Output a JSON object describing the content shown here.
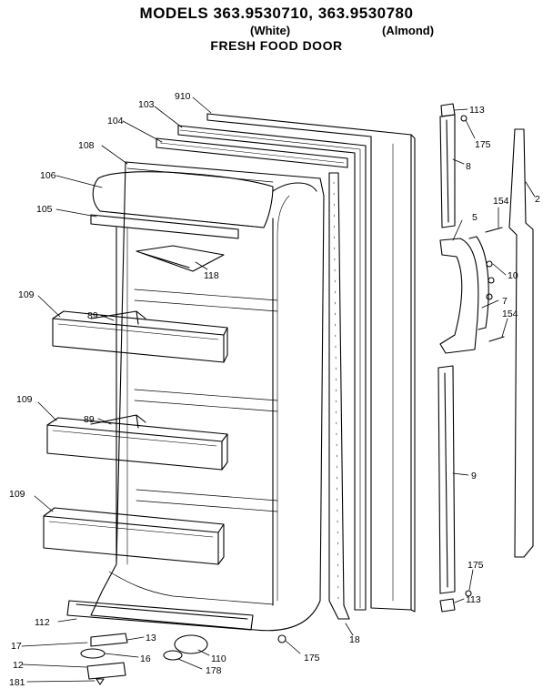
{
  "header": {
    "models_line": "MODELS 363.9530710, 363.9530780",
    "variant_white": "(White)",
    "variant_almond": "(Almond)",
    "subtitle": "FRESH FOOD DOOR"
  },
  "part_labels": {
    "p910": "910",
    "p103": "103",
    "p104": "104",
    "p108": "108",
    "p106": "106",
    "p105": "105",
    "p118": "118",
    "p109a": "109",
    "p89a": "89",
    "p109b": "109",
    "p89b": "89",
    "p109c": "109",
    "p112": "112",
    "p17": "17",
    "p13": "13",
    "p12": "12",
    "p16": "16",
    "p181": "181",
    "p178": "178",
    "p110": "110",
    "p175a": "175",
    "p18": "18",
    "p113a": "113",
    "p175b": "175",
    "p8": "8",
    "p2": "2",
    "p154a": "154",
    "p5": "5",
    "p10": "10",
    "p7": "7",
    "p154b": "154",
    "p9": "9",
    "p175c": "175",
    "p113b": "113"
  }
}
